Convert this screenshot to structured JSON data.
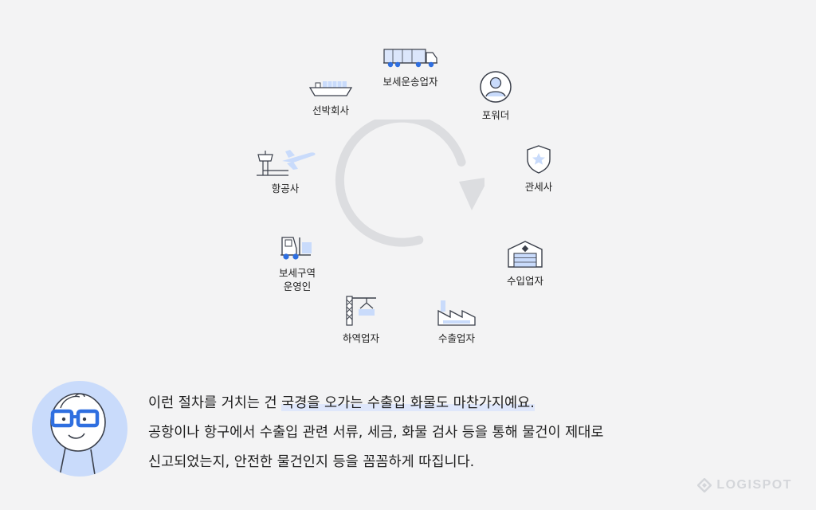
{
  "diagram": {
    "nodes": {
      "transporter": "보세운송업자",
      "forwarder": "포워더",
      "customs_broker": "관세사",
      "importer": "수입업자",
      "exporter": "수출업자",
      "stevedore": "하역업자",
      "bonded_area_line1": "보세구역",
      "bonded_area_line2": "운영인",
      "airline": "항공사",
      "shipping_line": "선박회사"
    },
    "colors": {
      "accent": "#2f6fe0",
      "light_blue": "#c9dbfb",
      "stroke": "#3a3f4a",
      "cycle": "#d9dadd"
    }
  },
  "dialogue": {
    "line1_plain": "이런 절차를 거치는 건 ",
    "line1_highlight": "국경을 오가는 수출입 화물도 마찬가지예요.",
    "line2": "공항이나 항구에서 수출입 관련 서류, 세금, 화물 검사 등을 통해 물건이 제대로",
    "line3": "신고되었는지, 안전한 물건인지 등을 꼼꼼하게 따집니다."
  },
  "brand": {
    "logo_text": "LOGISPOT"
  }
}
